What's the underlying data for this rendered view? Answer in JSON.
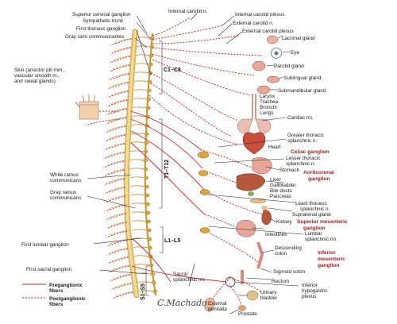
{
  "diagram": {
    "labels": {
      "superior_cervical_ganglion": "Superior cervical ganglion",
      "sympathetic_trunk": "Sympathetic trunk",
      "first_thoracic_ganglion": "First thoracic ganglion",
      "gray_rami_communicantes": "Gray rami communicantes",
      "internal_carotid_n": "Internal carotid n.",
      "internal_carotid_plexus": "Internal carotid plexus",
      "external_carotid_n": "External carotid n.",
      "external_carotid_plexus": "External carotid plexus",
      "lacrimal_gland": "Lacrimal gland",
      "eye": "Eye",
      "parotid_gland": "Parotid  gland",
      "sublingual_gland": "Sublingual gland",
      "submandibular_gland": "Submandibular gland",
      "larynx": "Larynx",
      "trachea": "Trachea",
      "bronchi": "Bronchi",
      "lungs": "Lungs",
      "cardiac_nn": "Cardiac nn.",
      "skin_line1": "Skin (arrector pili mm.,",
      "skin_line2": "vascular smooth m.,",
      "skin_line3": "and sweat glands)",
      "greater_thoracic_1": "Greater thoracic",
      "greater_thoracic_2": "splanchnic n.",
      "heart": "Heart",
      "celiac_ganglion": "Celiac ganglion",
      "lesser_thoracic_1": "Lesser thoracic",
      "lesser_thoracic_2": "splanchnic n.",
      "stomach": "Stomach",
      "aorticorenal_1": "Aorticorenal",
      "aorticorenal_2": "ganglion",
      "liver": "Liver",
      "gallbladder": "Gallbladder",
      "bile_ducts": "Bile ducts",
      "pancreas": "Pancreas",
      "white_ramus_1": "White ramus",
      "white_ramus_2": "communicans",
      "gray_ramus_1": "Gray ramus",
      "gray_ramus_2": "communicans",
      "least_thoracic_1": "Least thoracic",
      "least_thoracic_2": "splanchnic n.",
      "suprarenal_gland": "Suprarenal gland",
      "kidney": "Kidney",
      "superior_mesenteric_1": "Superior mesenteric",
      "superior_mesenteric_2": "ganglion",
      "intestines": "Intestines",
      "lumbar_splanchnic_1": "Lumbar",
      "lumbar_splanchnic_2": "splanchnic nn.",
      "first_lumbar_ganglion": "First lumbar ganglion",
      "descending_colon_1": "Descending",
      "descending_colon_2": "colon",
      "inferior_mesenteric_1": "Inferior",
      "inferior_mesenteric_2": "mesenteric",
      "inferior_mesenteric_3": "ganglion",
      "sigmoid_colon": "Sigmoid colon",
      "first_sacral_ganglion": "First sacral ganglion",
      "sacral_splanchnic_1": "Sacral",
      "sacral_splanchnic_2": "splanchnic nn.",
      "rectum": "Rectum",
      "inferior_hypogastric_1": "Inferior",
      "inferior_hypogastric_2": "hypogastric",
      "inferior_hypogastric_3": "plexus",
      "urinary_bladder_1": "Urinary",
      "urinary_bladder_2": "bladder",
      "external_genitalia_1": "External",
      "external_genitalia_2": "genitalia",
      "prostate": "Prostate"
    },
    "segments": {
      "cervical": "C1–C8",
      "thoracic": "T1–T12",
      "lumbar": "L1–L5",
      "sacral": "S1–S5"
    },
    "legend": {
      "preganglionic_line1": "Preganglionic",
      "preganglionic_line2": "fibers",
      "postganglionic_line1": "Postganglionic",
      "postganglionic_line2": "fibers"
    },
    "signature": "C.Machado",
    "colors": {
      "nerve_red": "#d42020",
      "ganglion_label_red": "#9b1c1c",
      "spinal_cord": "#e8c56a",
      "ganglion": "#d9a83c",
      "organ_pink": "#e8a59a",
      "organ_brown": "#b5573d",
      "heart": "#c94f3d",
      "lung": "#e9bdb2",
      "skin": "#f3cfae"
    }
  }
}
